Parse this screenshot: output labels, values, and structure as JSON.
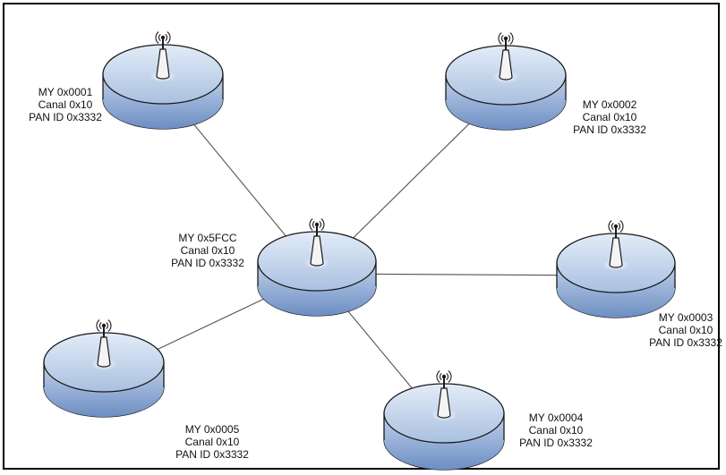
{
  "nodes": [
    {
      "id": "coordinator",
      "lines": [
        "MY 0x5FCC",
        "Canal 0x10",
        "PAN ID 0x3332"
      ]
    },
    {
      "id": "node-0001",
      "lines": [
        "MY 0x0001",
        "Canal 0x10",
        "PAN ID 0x3332"
      ]
    },
    {
      "id": "node-0002",
      "lines": [
        "MY 0x0002",
        "Canal 0x10",
        "PAN ID 0x3332"
      ]
    },
    {
      "id": "node-0003",
      "lines": [
        "MY 0x0003",
        "Canal 0x10",
        "PAN ID 0x3332"
      ]
    },
    {
      "id": "node-0004",
      "lines": [
        "MY 0x0004",
        "Canal 0x10",
        "PAN ID 0x3332"
      ]
    },
    {
      "id": "node-0005",
      "lines": [
        "MY 0x0005",
        "Canal 0x10",
        "PAN ID 0x3332"
      ]
    }
  ],
  "links": [
    [
      "coordinator",
      "node-0001"
    ],
    [
      "coordinator",
      "node-0002"
    ],
    [
      "coordinator",
      "node-0003"
    ],
    [
      "coordinator",
      "node-0004"
    ],
    [
      "coordinator",
      "node-0005"
    ]
  ],
  "colors": {
    "disc_top_light": "#dde8f6",
    "disc_top_dark": "#a7bedf",
    "disc_side_light": "#c6d6ee",
    "disc_side_dark": "#6f8fc2",
    "outline": "#1a1a1a",
    "link": "#555555"
  },
  "icons": {
    "node": "wireless-node-icon",
    "antenna": "antenna-icon",
    "signal": "signal-waves-icon"
  }
}
